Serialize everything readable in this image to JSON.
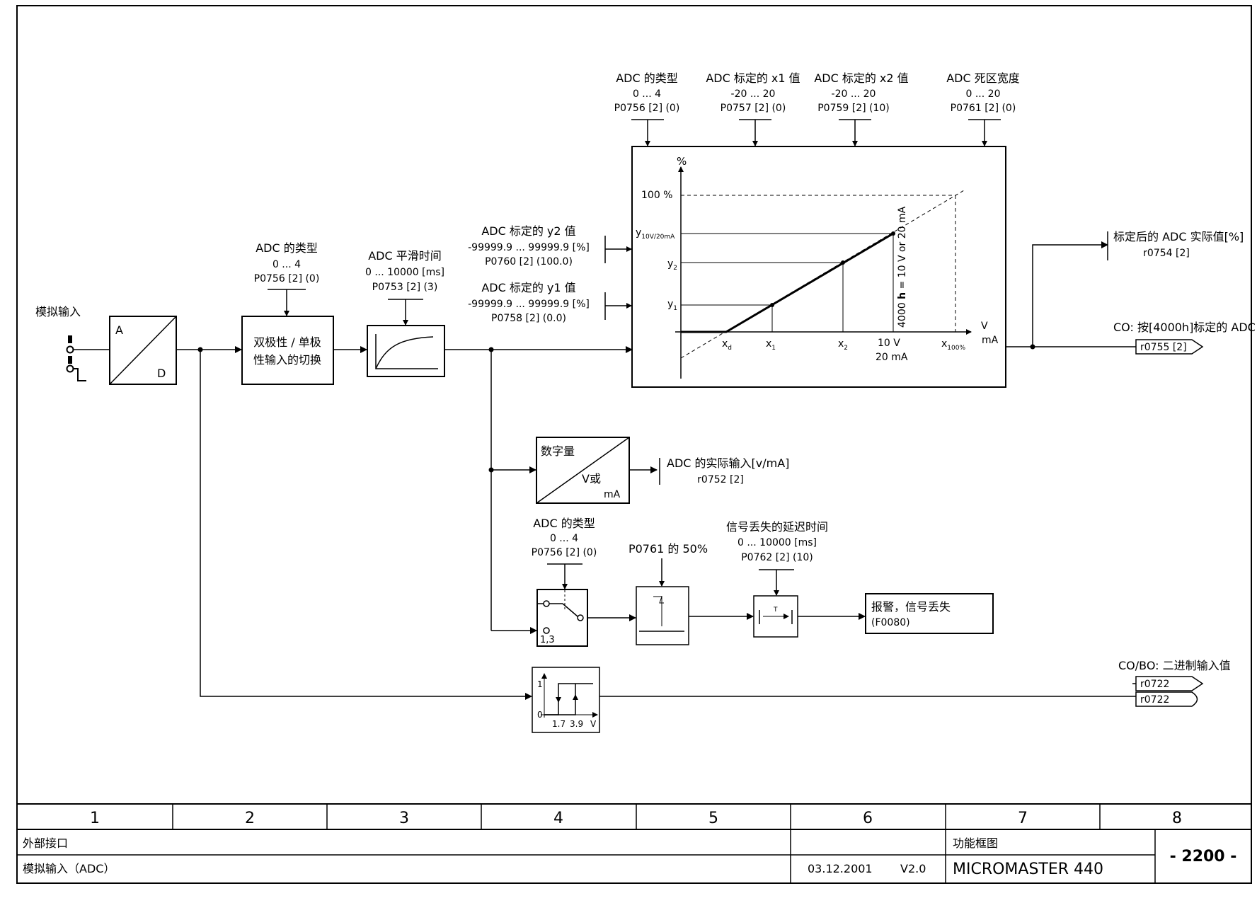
{
  "analog_input_label": "模拟输入",
  "adc_block": {
    "a": "A",
    "d": "D"
  },
  "mode_switch": {
    "name": "ADC 的类型",
    "range": "0 ... 4",
    "param": "P0756 [2] (0)",
    "line1": "双极性 / 单极",
    "line2": "性输入的切换"
  },
  "smoothing": {
    "name": "ADC 平滑时间",
    "range": "0 ... 10000  [ms]",
    "param": "P0753 [2] (3)"
  },
  "scaling_inputs": [
    {
      "name": "ADC 的类型",
      "range": "0 ... 4",
      "param": "P0756 [2] (0)"
    },
    {
      "name": "ADC 标定的 x1 值",
      "range": "-20 ... 20",
      "param": "P0757 [2] (0)"
    },
    {
      "name": "ADC 标定的 x2 值",
      "range": "-20 ... 20",
      "param": "P0759 [2] (10)"
    },
    {
      "name": "ADC 死区宽度",
      "range": "0 ... 20",
      "param": "P0761 [2] (0)"
    }
  ],
  "y2_input": {
    "name": "ADC 标定的 y2 值",
    "range": "-99999.9 ... 99999.9  [%]",
    "param": "P0760 [2] (100.0)"
  },
  "y1_input": {
    "name": "ADC 标定的 y1 值",
    "range": "-99999.9 ... 99999.9  [%]",
    "param": "P0758 [2] (0.0)"
  },
  "graph": {
    "y_unit": "%",
    "y_100": "100 %",
    "y_top": "y",
    "y_top_sub": "10V/20mA",
    "y2": "y",
    "y2_sub": "2",
    "y1": "y",
    "y1_sub": "1",
    "x_unit_v": "V",
    "x_unit_ma": "mA",
    "xd": "x",
    "xd_sub": "d",
    "x1": "x",
    "x1_sub": "1",
    "x2": "x",
    "x2_sub": "2",
    "x10v": "10 V",
    "x20ma": "20 mA",
    "x100": "x",
    "x100_sub": "100%",
    "rotated_pre": "4000 ",
    "rotated_bold": "h",
    "rotated_post": " = 10 V or 20 mA"
  },
  "out_scaled": {
    "name": "标定后的 ADC 实际值[%]",
    "param": "r0754 [2]"
  },
  "out_4000h": {
    "name": "CO: 按[4000h]标定的 ADC",
    "param": "r0755 [2]"
  },
  "digital_value": {
    "top": "数字量",
    "v": "V或",
    "ma": "mA"
  },
  "actual_input": {
    "name": "ADC 的实际输入[v/mA]",
    "param": "r0752 [2]"
  },
  "loss_switch": {
    "name": "ADC 的类型",
    "range": "0 ... 4",
    "param": "P0756 [2] (0)",
    "pos_label": "1,3"
  },
  "threshold": {
    "name": "P0761 的 50%"
  },
  "delay": {
    "name": "信号丢失的延迟时间",
    "range": "0 ... 10000  [ms]",
    "param": "P0762 [2] (10)",
    "t_label": "T"
  },
  "alarm": {
    "line1": "报警，信号丢失",
    "line2": "(F0080)"
  },
  "hysteresis": {
    "one": "1",
    "zero": "0",
    "v1": "1.7",
    "v2": "3.9",
    "v": "V"
  },
  "binary_out": {
    "name": "CO/BO: 二进制输入值",
    "param1": "r0722",
    "param2": "r0722"
  },
  "footer": {
    "columns": [
      "1",
      "2",
      "3",
      "4",
      "5",
      "6",
      "7",
      "8"
    ],
    "row1_left": "外部接口",
    "row1_func": "功能框图",
    "row2_left": "模拟输入（ADC）",
    "date": "03.12.2001",
    "version": "V2.0",
    "product": "MICROMASTER 440",
    "page": "- 2200 -"
  }
}
